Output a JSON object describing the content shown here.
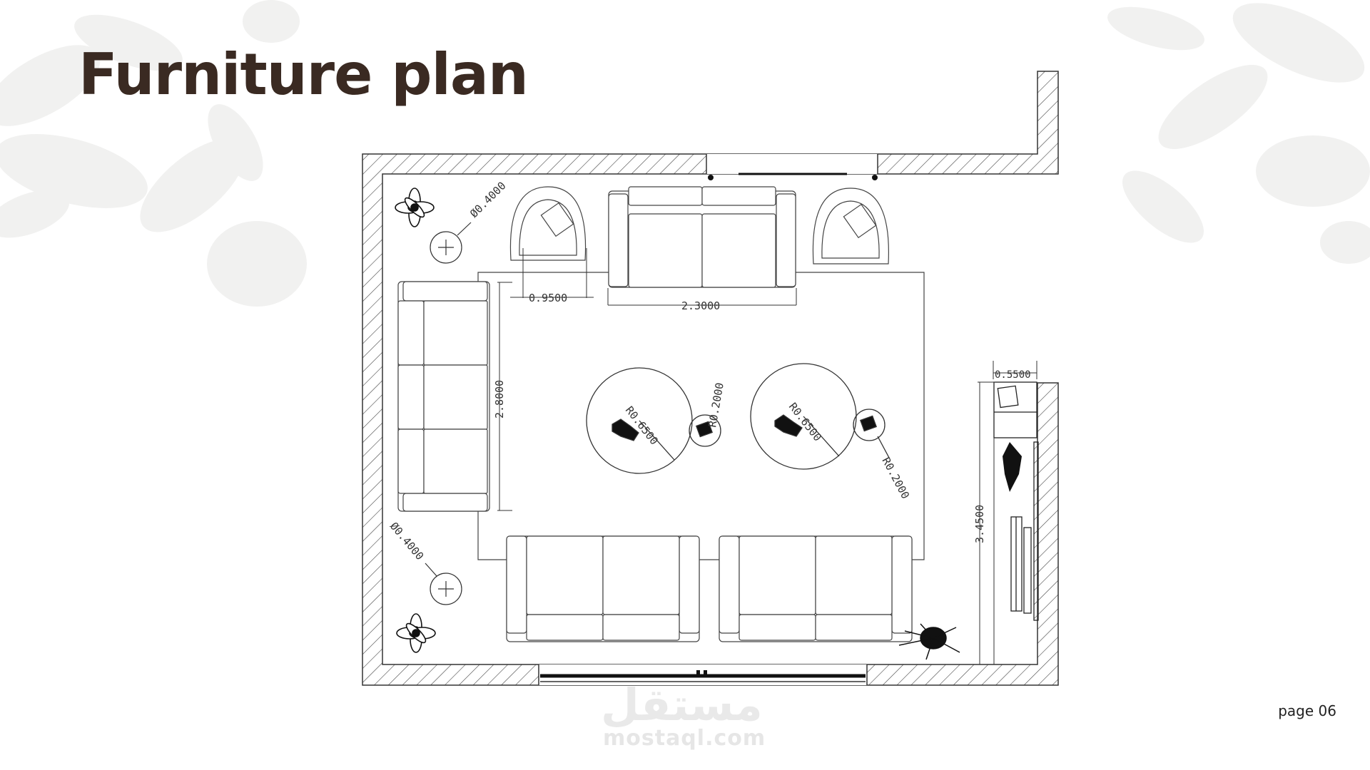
{
  "slide": {
    "title": "Furniture plan",
    "page": "page 06"
  },
  "plan": {
    "dimensions": {
      "lamp_top": "Ø0.4000",
      "lamp_bottom": "Ø0.4000",
      "armchair_gap": "0.9500",
      "sofa_width": "2.3000",
      "sofa_left_length": "2.8000",
      "table_left_radius": "R0.6500",
      "table_right_radius": "R0.6500",
      "side_table_left": "R0.2000",
      "side_table_right": "R0.2000",
      "tv_unit_depth": "0.5500",
      "tv_wall_length": "3.4500"
    }
  },
  "watermark": {
    "arabic": "مستقل",
    "latin": "mostaql.com"
  }
}
